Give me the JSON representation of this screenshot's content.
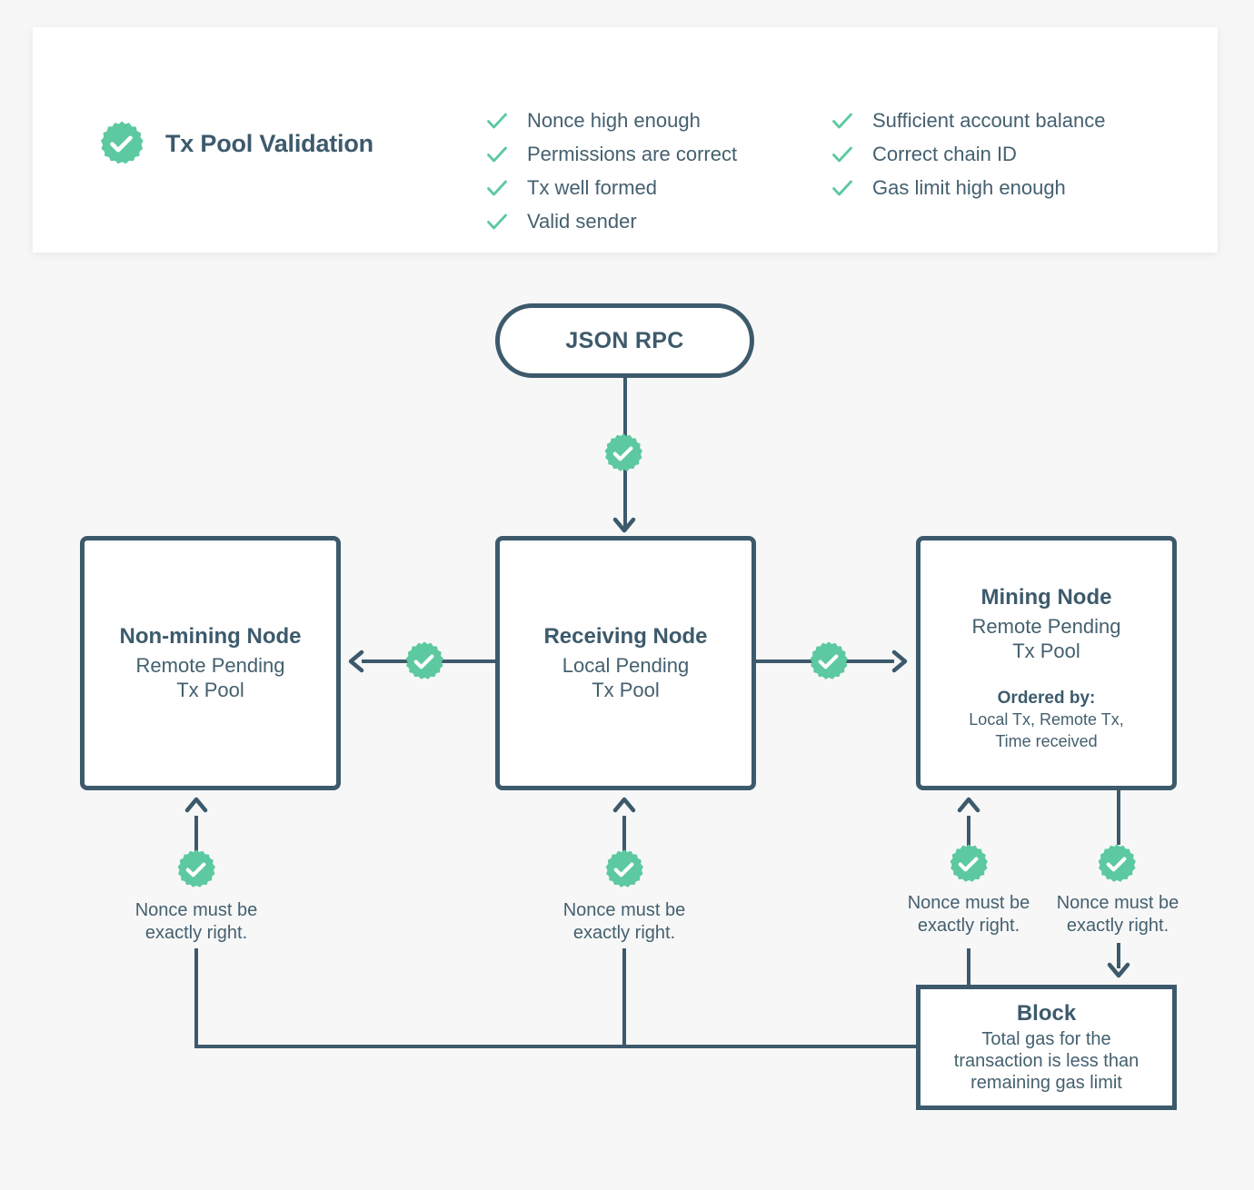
{
  "validation_panel": {
    "badge_icon": "check-seal-icon",
    "title": "Tx Pool Validation",
    "checks_column_1": [
      "Nonce high enough",
      "Permissions are correct",
      "Tx well formed",
      "Valid sender"
    ],
    "checks_column_2": [
      "Sufficient account balance",
      "Correct chain ID",
      "Gas limit high enough"
    ]
  },
  "entry": {
    "label": "JSON RPC"
  },
  "nodes": {
    "non_mining": {
      "title": "Non-mining Node",
      "subtitle_line1": "Remote Pending",
      "subtitle_line2": "Tx Pool"
    },
    "receiving": {
      "title": "Receiving Node",
      "subtitle_line1": "Local Pending",
      "subtitle_line2": "Tx Pool"
    },
    "mining": {
      "title": "Mining Node",
      "subtitle_line1": "Remote Pending",
      "subtitle_line2": "Tx Pool",
      "ordered_by_label": "Ordered by:",
      "ordered_by_line1": "Local Tx, Remote Tx,",
      "ordered_by_line2": "Time received"
    }
  },
  "block": {
    "title": "Block",
    "description_line1": "Total gas for the",
    "description_line2": "transaction is less than",
    "description_line3": "remaining gas limit"
  },
  "nonce_notes": {
    "line1": "Nonce must be",
    "line2": "exactly right."
  },
  "colors": {
    "background": "#f7f7f7",
    "card": "#ffffff",
    "ink": "#3d5a6c",
    "ink_soft": "#44606f",
    "accent_green": "#5cc9a0"
  }
}
